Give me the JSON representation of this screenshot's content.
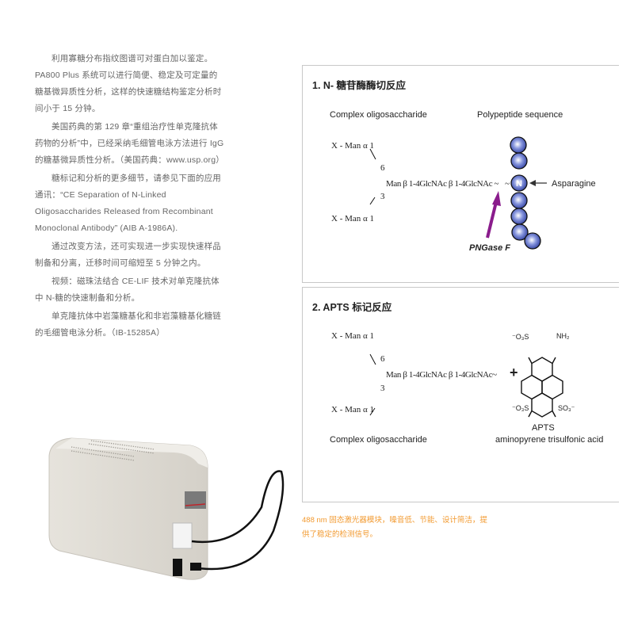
{
  "left_column": {
    "paragraphs": [
      "利用寡糖分布指纹图谱可对蛋白加以鉴定。PA800 Plus 系统可以进行简便、稳定及可定量的糖基微异质性分析，这样的快速糖结构鉴定分析时间小于 15 分钟。",
      "美国药典的第 129 章“重组治疗性单克隆抗体药物的分析”中，已经采纳毛细管电泳方法进行 IgG 的糖基微异质性分析。（美国药典：www.usp.org）",
      "糖标记和分析的更多细节，请参见下面的应用通讯：“CE Separation of N-Linked Oligosaccharides Released from Recombinant Monoclonal Antibody” (AIB A-1986A).",
      "通过改变方法，还可实现进一步实现快速样品制备和分离，迁移时间可缩短至 5 分钟之内。",
      "视频：磁珠法结合 CE-LIF 技术对单克隆抗体中 N-糖的快速制备和分析。",
      "单克隆抗体中岩藻糖基化和非岩藻糖基化糖链的毛细管电泳分析。（IB-15285A）"
    ]
  },
  "box1": {
    "title": "1. N- 糖苷酶酶切反应",
    "complex_label": "Complex oligosaccharide",
    "polypeptide_label": "Polypeptide sequence",
    "x_man_top": "X - Man α 1",
    "x_man_bottom": "X - Man α 1",
    "pos6": "6",
    "pos3": "3",
    "chain": "Man β 1-4GlcNAc β 1-4GlcNAc  ~",
    "tilde": "~",
    "n_residue": "N",
    "asparagine": "Asparagine",
    "enzyme": "PNGase F",
    "colors": {
      "bead": "#3a4fb0",
      "arrow": "#8a1c8c"
    }
  },
  "box2": {
    "title": "2. APTS 标记反应",
    "x_man_top": "X - Man α 1",
    "x_man_bottom": "X - Man α 1",
    "pos6": "6",
    "pos3": "3",
    "chain": "Man β 1-4GlcNAc β 1-4GlcNAc~",
    "plus": "+",
    "so3_tl": "⁻O₃S",
    "nh2": "NH₂",
    "so3_bl": "⁻O₃S",
    "so3_br": "SO₃⁻",
    "complex_label": "Complex oligosaccharide",
    "apts": "APTS",
    "apts_full": "aminopyrene trisulfonic acid"
  },
  "caption": "488 nm 固态激光器模块，噪音低、节能、设计简洁，提供了稳定的检测信号。"
}
